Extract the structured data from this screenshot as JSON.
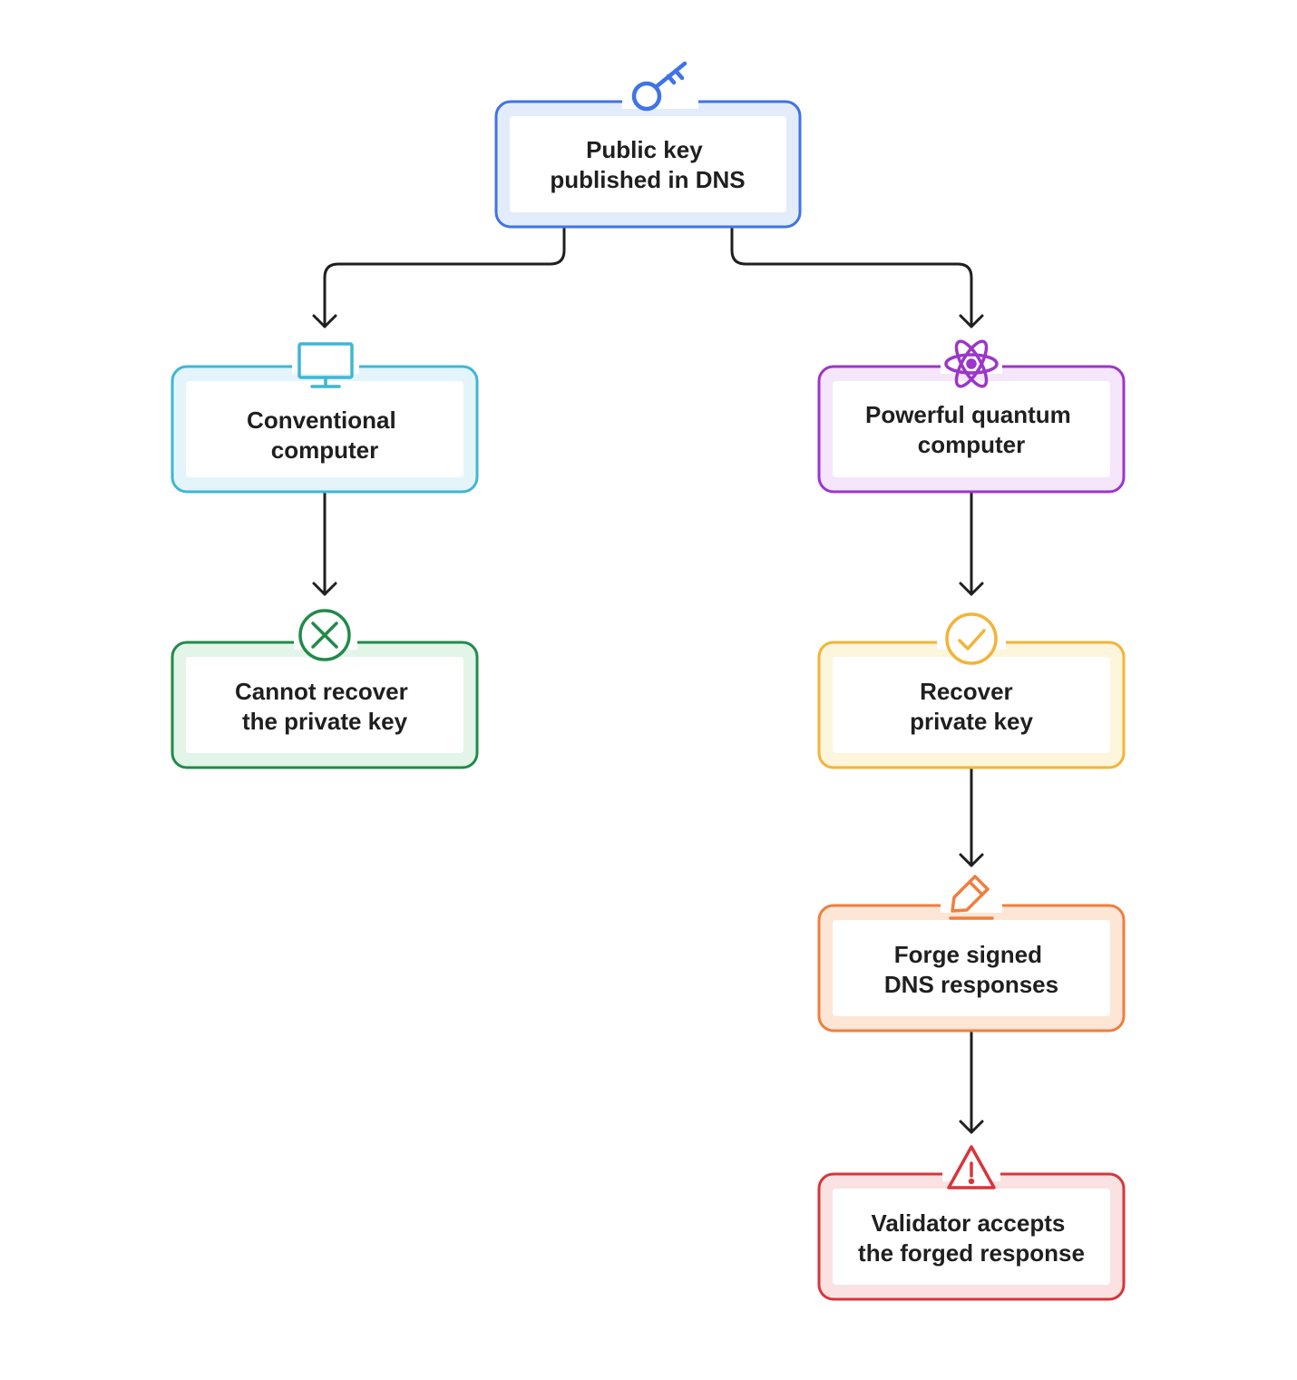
{
  "nodes": {
    "public_key": {
      "lines": [
        "Public key",
        "published in DNS"
      ],
      "icon": "key-icon",
      "color": "#3f73e6",
      "fill": "#e3ecfb"
    },
    "conventional": {
      "lines": [
        "Conventional",
        "computer"
      ],
      "icon": "monitor-icon",
      "color": "#3fb6d6",
      "fill": "#e3f5fb"
    },
    "quantum": {
      "lines": [
        "Powerful quantum",
        "computer"
      ],
      "icon": "atom-icon",
      "color": "#9b36c9",
      "fill": "#f5e6fb"
    },
    "cannot_recover": {
      "lines": [
        "Cannot recover",
        "the private key"
      ],
      "icon": "x-circle-icon",
      "color": "#228a4a",
      "fill": "#e3f5e9"
    },
    "recover": {
      "lines": [
        "Recover",
        "private key"
      ],
      "icon": "check-circle-icon",
      "color": "#f2b437",
      "fill": "#fdf5dc"
    },
    "forge": {
      "lines": [
        "Forge signed",
        "DNS responses"
      ],
      "icon": "pencil-icon",
      "color": "#f07e3d",
      "fill": "#fde6d6"
    },
    "validator": {
      "lines": [
        "Validator accepts",
        "the forged response"
      ],
      "icon": "warning-icon",
      "color": "#d8353c",
      "fill": "#fbe2e2"
    }
  }
}
